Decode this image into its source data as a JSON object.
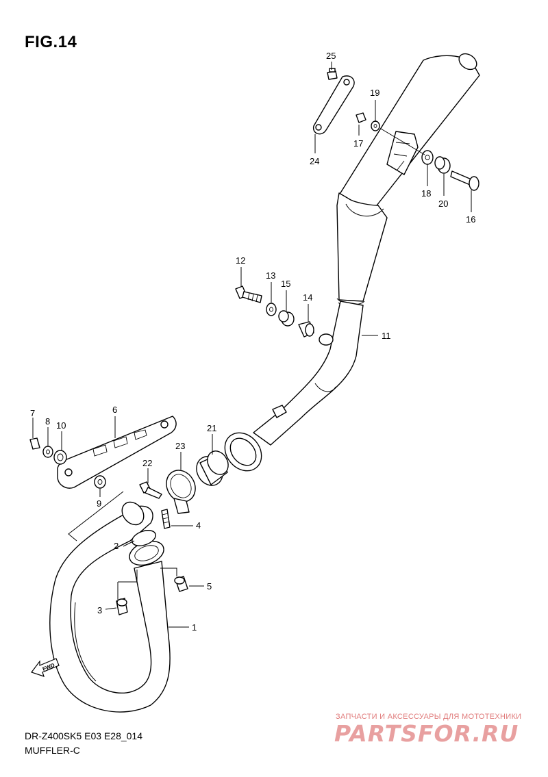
{
  "figure": {
    "title": "FIG.14",
    "model_code": "DR-Z400SK5 E03 E28_014",
    "section_name": "MUFFLER-C"
  },
  "watermark": {
    "line1": "ЗАПЧАСТИ И АКСЕССУАРЫ ДЛЯ МОТОТЕХНИКИ",
    "logo": "PARTSFOR.RU"
  },
  "fwd_label": "FWD",
  "callouts": [
    {
      "id": "c25",
      "label": "25"
    },
    {
      "id": "c19",
      "label": "19"
    },
    {
      "id": "c17",
      "label": "17"
    },
    {
      "id": "c24",
      "label": "24"
    },
    {
      "id": "c18",
      "label": "18"
    },
    {
      "id": "c20",
      "label": "20"
    },
    {
      "id": "c16",
      "label": "16"
    },
    {
      "id": "c12",
      "label": "12"
    },
    {
      "id": "c13",
      "label": "13"
    },
    {
      "id": "c15",
      "label": "15"
    },
    {
      "id": "c14",
      "label": "14"
    },
    {
      "id": "c11",
      "label": "11"
    },
    {
      "id": "c7",
      "label": "7"
    },
    {
      "id": "c8",
      "label": "8"
    },
    {
      "id": "c10",
      "label": "10"
    },
    {
      "id": "c6",
      "label": "6"
    },
    {
      "id": "c21",
      "label": "21"
    },
    {
      "id": "c23",
      "label": "23"
    },
    {
      "id": "c22",
      "label": "22"
    },
    {
      "id": "c9",
      "label": "9"
    },
    {
      "id": "c4",
      "label": "4"
    },
    {
      "id": "c2",
      "label": "2"
    },
    {
      "id": "c5",
      "label": "5"
    },
    {
      "id": "c3",
      "label": "3"
    },
    {
      "id": "c1",
      "label": "1"
    }
  ]
}
